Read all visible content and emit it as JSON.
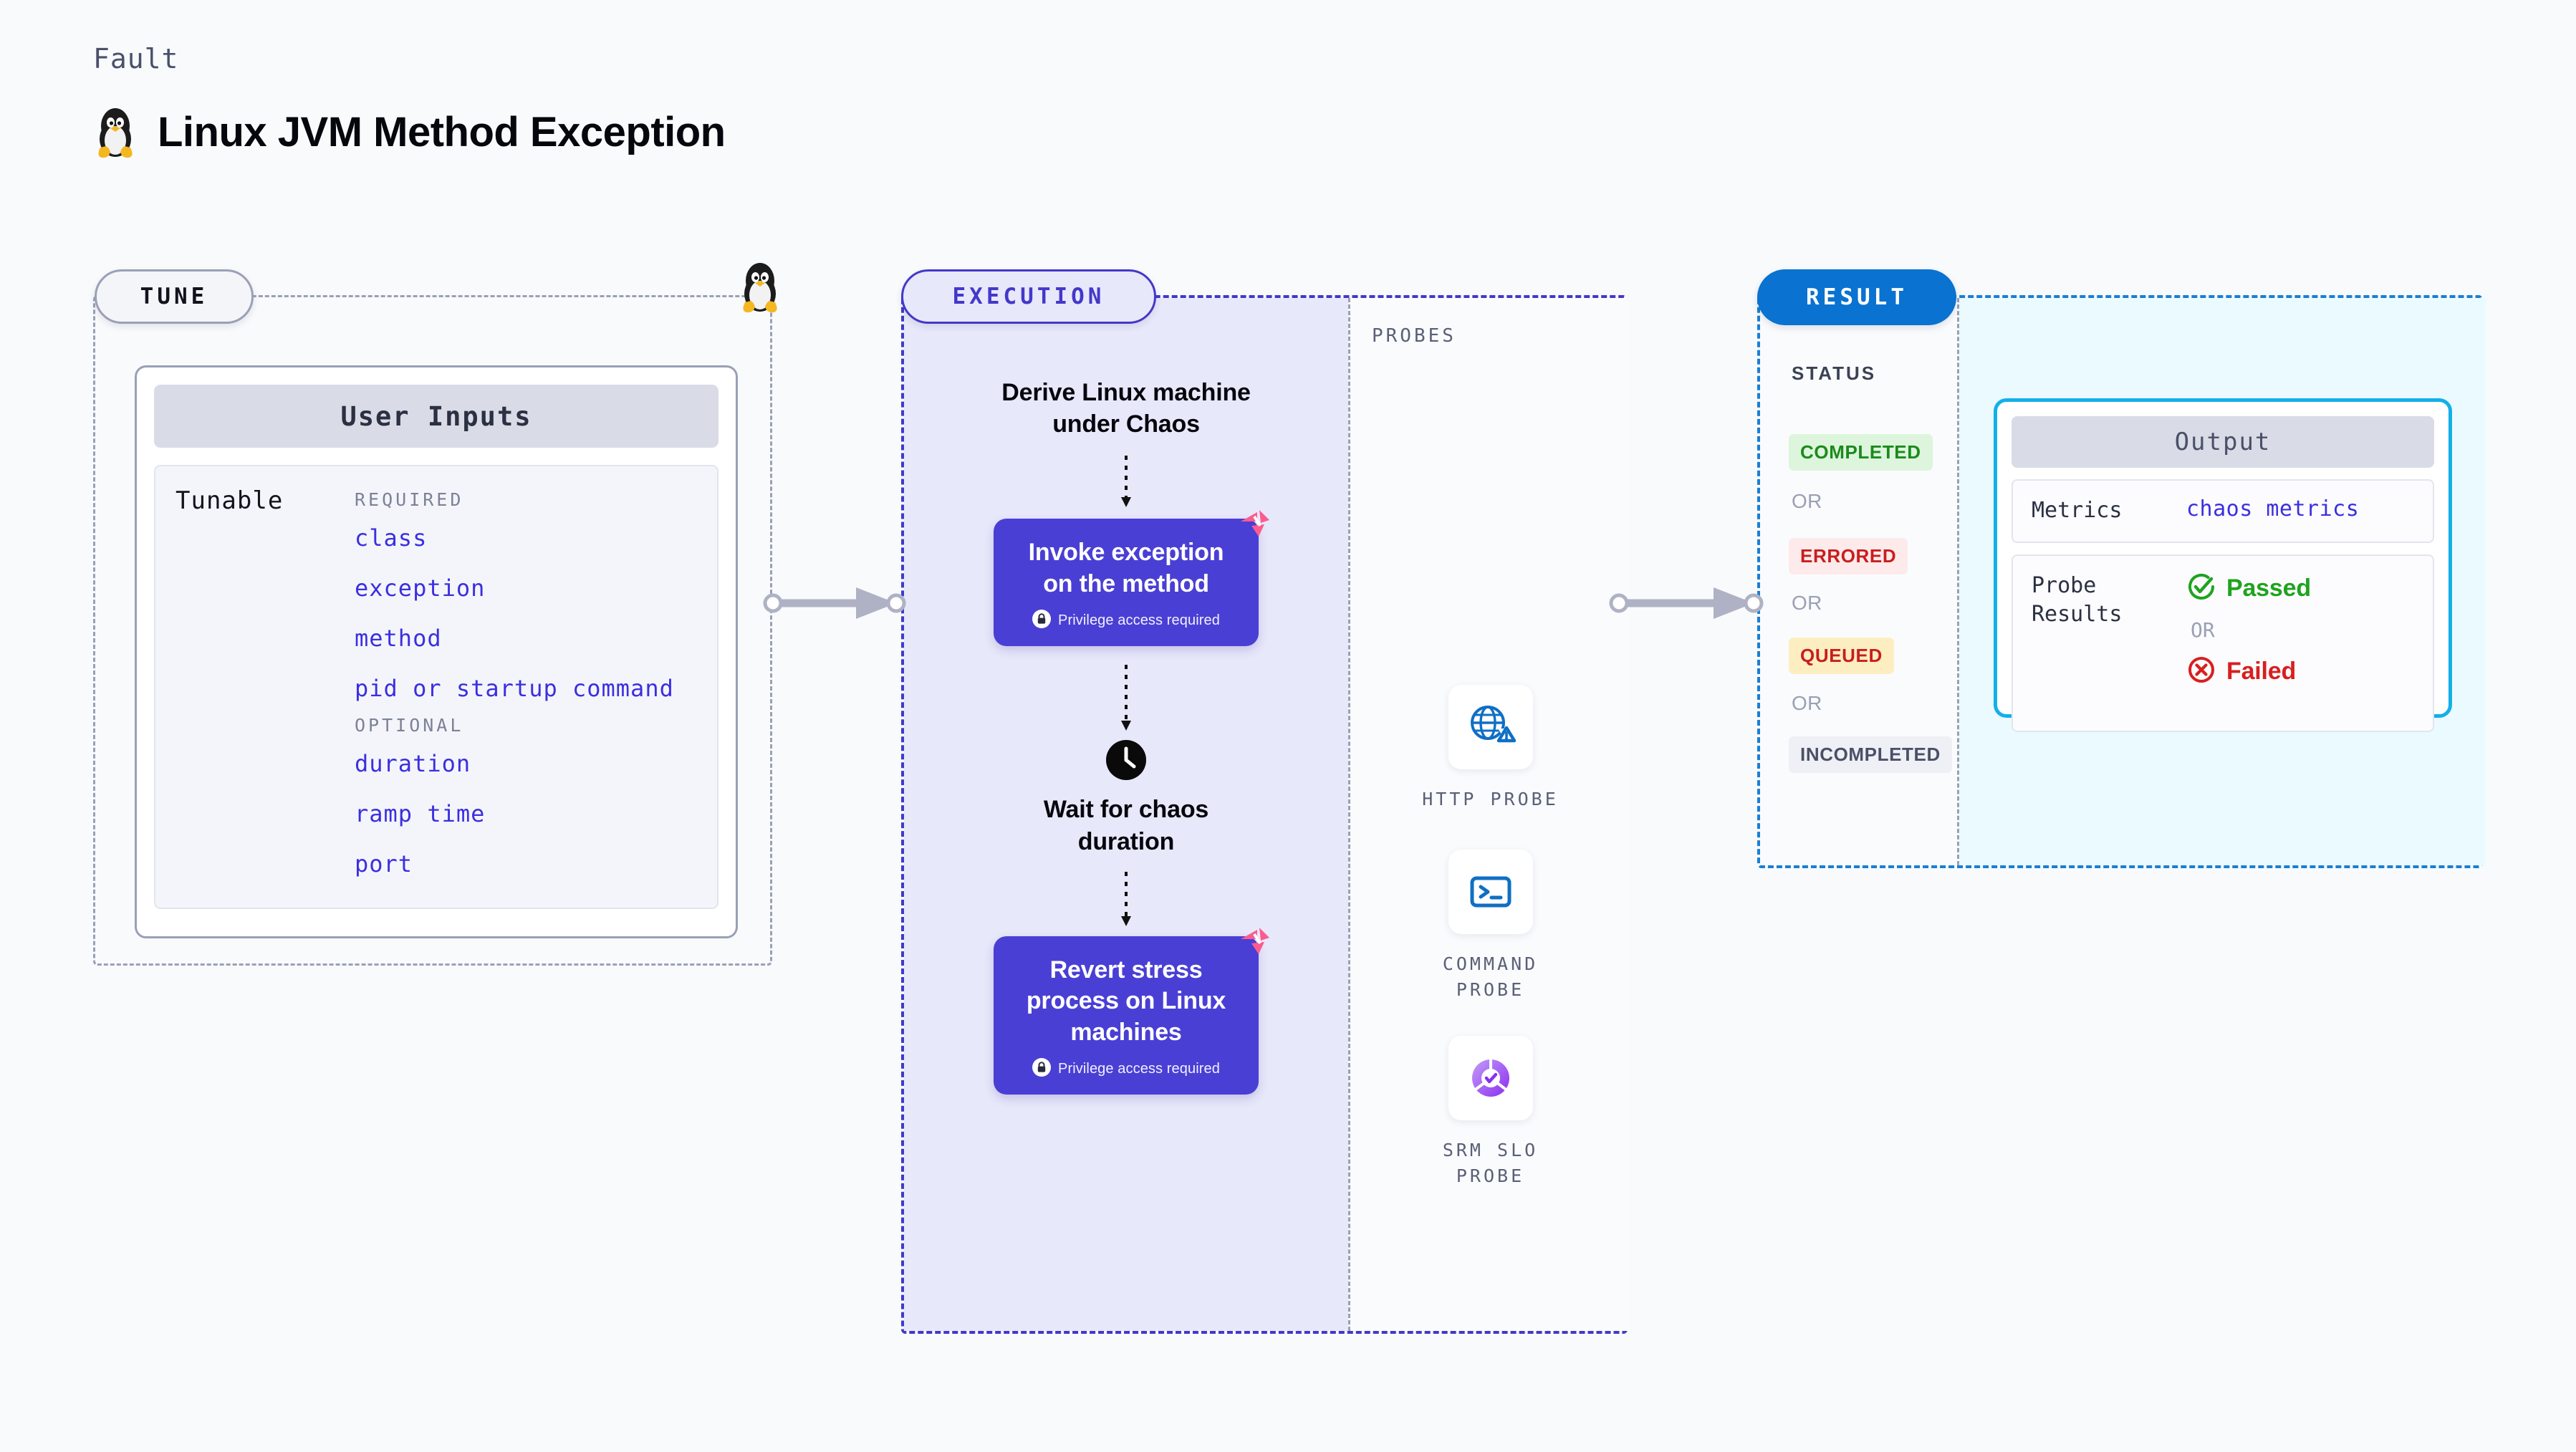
{
  "header": {
    "kicker": "Fault",
    "title": "Linux JVM Method Exception",
    "icon": "linux-penguin-icon"
  },
  "tune": {
    "pill_label": "TUNE",
    "card_title": "User Inputs",
    "tunable_label": "Tunable",
    "required_heading": "REQUIRED",
    "optional_heading": "OPTIONAL",
    "required": [
      "class",
      "exception",
      "method",
      "pid or startup command"
    ],
    "optional": [
      "duration",
      "ramp time",
      "port"
    ],
    "marker_icon": "linux-penguin-icon"
  },
  "execution": {
    "pill_label": "EXECUTION",
    "steps": [
      {
        "type": "text",
        "label": "Derive Linux machine\nunder Chaos",
        "icon": null
      },
      {
        "type": "box",
        "label": "Invoke exception\non the method",
        "privilege": "Privilege access required",
        "icon": "lock-icon",
        "badge": "chaos-ribbon-icon"
      },
      {
        "type": "text",
        "label": "Wait for chaos\nduration",
        "icon": "clock-icon"
      },
      {
        "type": "box",
        "label": "Revert stress\nprocess on Linux\nmachines",
        "privilege": "Privilege access required",
        "icon": "lock-icon",
        "badge": "chaos-ribbon-icon"
      }
    ]
  },
  "probes": {
    "heading": "PROBES",
    "items": [
      {
        "label": "HTTP PROBE",
        "icon": "globe-warning-icon"
      },
      {
        "label": "COMMAND\nPROBE",
        "icon": "terminal-icon"
      },
      {
        "label": "SRM SLO\nPROBE",
        "icon": "slo-donut-check-icon"
      }
    ]
  },
  "result": {
    "pill_label": "RESULT",
    "status_heading": "STATUS",
    "or_label": "OR",
    "statuses": [
      {
        "label": "COMPLETED",
        "bg": "#dcf5dc",
        "fg": "#1c8a1c"
      },
      {
        "label": "ERRORED",
        "bg": "#fdeaea",
        "fg": "#c81e1e"
      },
      {
        "label": "QUEUED",
        "bg": "#fdeec2",
        "fg": "#c81e1e"
      },
      {
        "label": "INCOMPLETED",
        "bg": "#eef0f5",
        "fg": "#4a5068"
      }
    ],
    "output": {
      "title": "Output",
      "metrics_key": "Metrics",
      "metrics_value": "chaos metrics",
      "probe_results_key": "Probe\nResults",
      "passed_label": "Passed",
      "failed_label": "Failed",
      "or_label": "OR",
      "passed_icon": "check-circle-icon",
      "failed_icon": "x-circle-icon"
    }
  },
  "colors": {
    "page_bg": "#f8fafc",
    "accent_purple": "#4338ca",
    "step_purple": "#4a3fd4",
    "exec_bg": "#e8e8fb",
    "result_blue": "#1a7fd4",
    "result_pill_blue": "#0a72d0",
    "output_border_cyan": "#13b0e8",
    "output_bg_cyan": "#eafaff",
    "tunable_blue": "#3b2fe0",
    "chaos_pink": "#fb5c8f",
    "dashed_gray": "#9aa0b5"
  }
}
